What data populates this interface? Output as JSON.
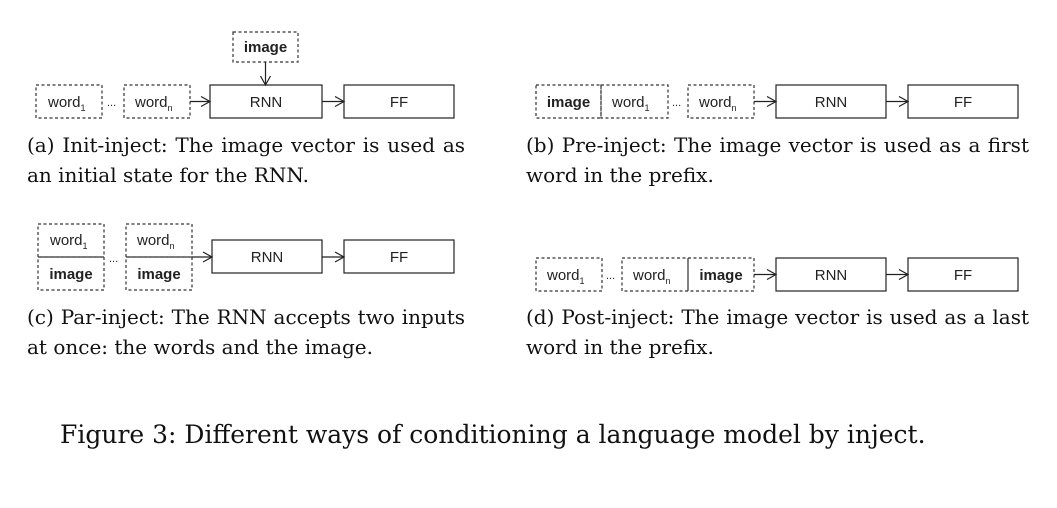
{
  "panels": {
    "a": {
      "diagram": {
        "image": "image",
        "word1": "word",
        "word1_sub": "1",
        "ellipsis": "...",
        "wordn": "word",
        "wordn_sub": "n",
        "rnn": "RNN",
        "ff": "FF"
      },
      "caption_label": "(a)",
      "caption_text": "Init-inject: The image vector is used as an initial state for the RNN."
    },
    "b": {
      "diagram": {
        "image": "image",
        "word1": "word",
        "word1_sub": "1",
        "ellipsis": "...",
        "wordn": "word",
        "wordn_sub": "n",
        "rnn": "RNN",
        "ff": "FF"
      },
      "caption_label": "(b)",
      "caption_text": "Pre-inject: The image vector is used as a first word in the prefix."
    },
    "c": {
      "diagram": {
        "image1": "image",
        "imagen": "image",
        "word1": "word",
        "word1_sub": "1",
        "ellipsis": "...",
        "wordn": "word",
        "wordn_sub": "n",
        "rnn": "RNN",
        "ff": "FF"
      },
      "caption_label": "(c)",
      "caption_text": "Par-inject: The RNN accepts two inputs at once: the words and the image."
    },
    "d": {
      "diagram": {
        "image": "image",
        "word1": "word",
        "word1_sub": "1",
        "ellipsis": "...",
        "wordn": "word",
        "wordn_sub": "n",
        "rnn": "RNN",
        "ff": "FF"
      },
      "caption_label": "(d)",
      "caption_text": "Post-inject: The image vector is used as a last word in the prefix."
    }
  },
  "figure_caption": "Figure 3:  Different ways of conditioning a language model by inject."
}
